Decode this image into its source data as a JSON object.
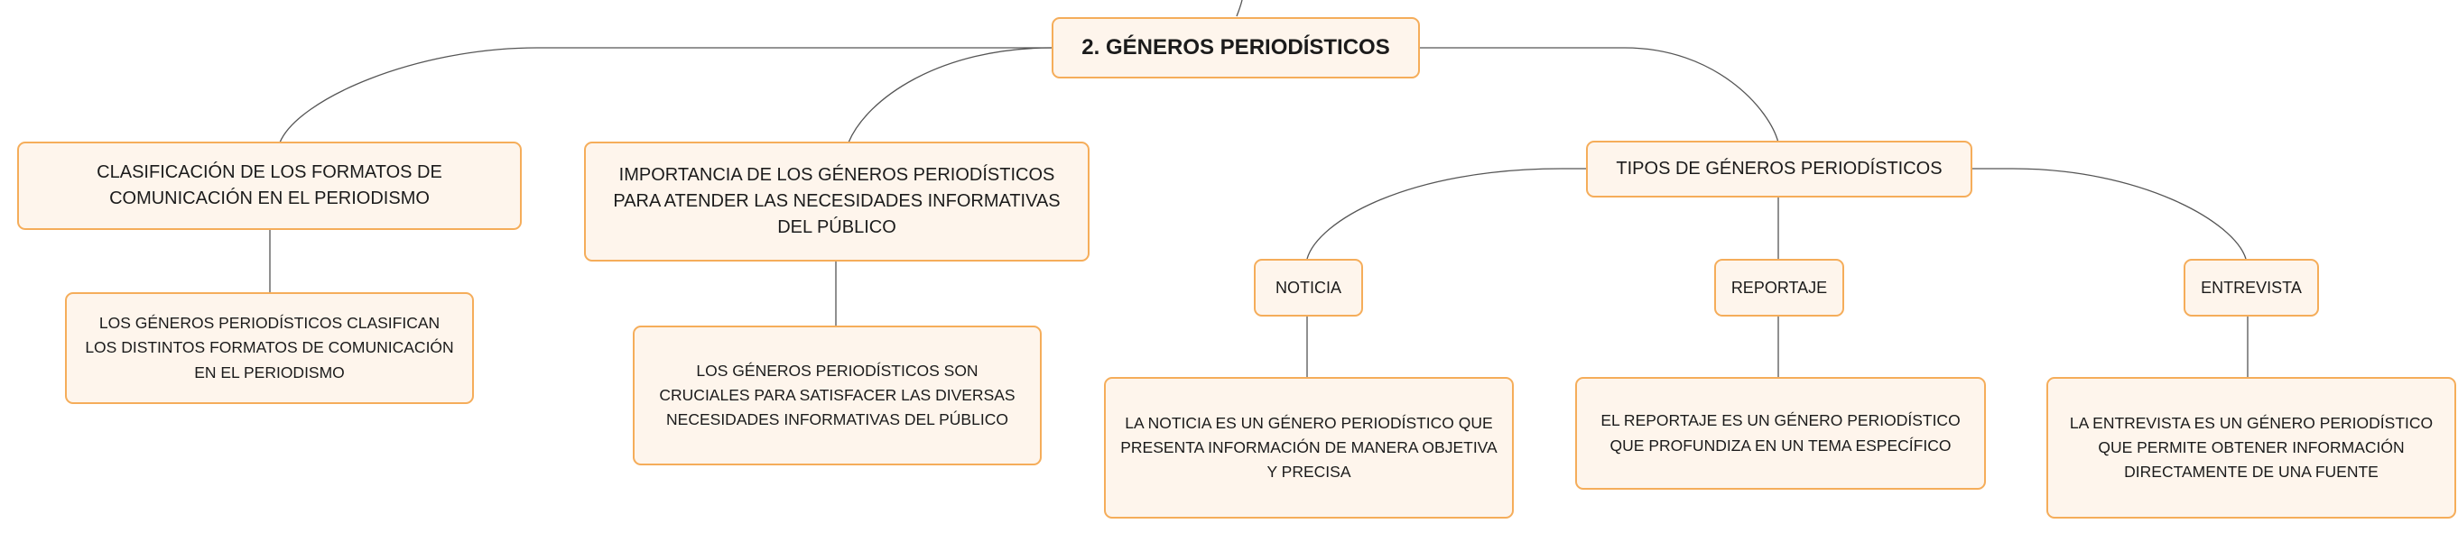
{
  "root": {
    "label": "2. GÉNEROS PERIODÍSTICOS"
  },
  "branches": [
    {
      "label": "CLASIFICACIÓN DE LOS FORMATOS DE COMUNICACIÓN EN EL PERIODISMO",
      "detail": "LOS GÉNEROS PERIODÍSTICOS CLASIFICAN LOS DISTINTOS FORMATOS DE COMUNICACIÓN EN EL PERIODISMO"
    },
    {
      "label": "IMPORTANCIA DE LOS GÉNEROS PERIODÍSTICOS PARA ATENDER LAS NECESIDADES INFORMATIVAS DEL PÚBLICO",
      "detail": "LOS GÉNEROS PERIODÍSTICOS SON CRUCIALES PARA SATISFACER LAS DIVERSAS NECESIDADES INFORMATIVAS DEL PÚBLICO"
    },
    {
      "label": "TIPOS DE GÉNEROS PERIODÍSTICOS",
      "types": [
        {
          "label": "NOTICIA",
          "detail": "LA NOTICIA ES UN GÉNERO PERIODÍSTICO QUE PRESENTA INFORMACIÓN DE MANERA OBJETIVA Y PRECISA"
        },
        {
          "label": "REPORTAJE",
          "detail": "EL REPORTAJE ES UN GÉNERO PERIODÍSTICO QUE PROFUNDIZA EN UN TEMA ESPECÍFICO"
        },
        {
          "label": "ENTREVISTA",
          "detail": "LA ENTREVISTA ES UN GÉNERO PERIODÍSTICO QUE PERMITE OBTENER INFORMACIÓN DIRECTAMENTE DE UNA FUENTE"
        }
      ]
    }
  ],
  "colors": {
    "node_fill": "#fef5ec",
    "node_border": "#f5ad5a",
    "connector": "#555555",
    "side_tab": "#6cbf7d"
  }
}
